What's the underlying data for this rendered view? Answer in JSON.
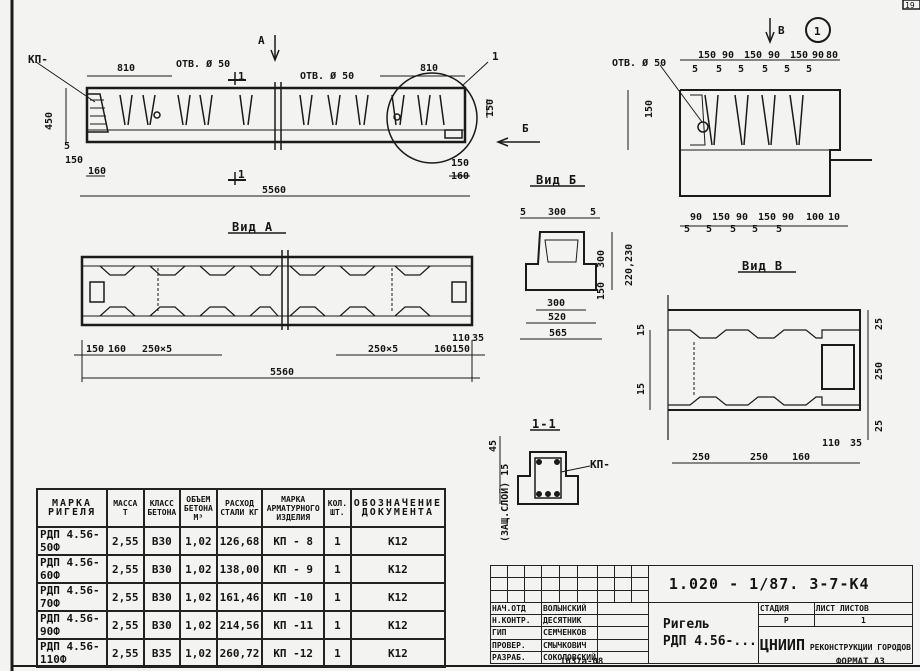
{
  "sheet_number": "19",
  "sheet_index": "1",
  "section_labels": {
    "A": "А",
    "B": "Б",
    "V": "В",
    "cut": "1"
  },
  "elev": {
    "kp": "КП-",
    "otv_left": "ОТВ. Ø 50",
    "otv_right": "ОТВ. Ø 50",
    "d810_left": "810",
    "d810_right": "810",
    "d450": "450",
    "d5": "5",
    "d150": "150",
    "d160": "160",
    "d150r": "150",
    "d150b": "150",
    "d160b": "160",
    "total": "5560",
    "callout": "1"
  },
  "vid_a": {
    "title": "Вид А",
    "d150": "150",
    "d160": "160",
    "d250x5_left": "250×5",
    "d250x5_right": "250×5",
    "d160r": "160",
    "d150r": "150",
    "d110": "110",
    "d35": "35",
    "total": "5560"
  },
  "vid_b": {
    "title": "Вид Б",
    "d5l": "5",
    "d300": "300",
    "d5r": "5",
    "d150": "150",
    "d300v": "300",
    "d220_230": "220,230",
    "d300b": "300",
    "d520": "520",
    "d565": "565"
  },
  "node": {
    "otv": "ОТВ. Ø 50",
    "d150v": "150",
    "top_dims": [
      "150",
      "90",
      "150",
      "90",
      "150",
      "90",
      "80"
    ],
    "top_sub": [
      "5",
      "5",
      "5",
      "5",
      "5",
      "5"
    ],
    "bot_dims": [
      "90",
      "150",
      "90",
      "150",
      "90",
      "100",
      "10"
    ],
    "bot_sub": [
      "5",
      "5",
      "5",
      "5",
      "5"
    ]
  },
  "vid_v": {
    "title": "Вид В",
    "d15a": "15",
    "d15b": "15",
    "d25a": "25",
    "d250": "250",
    "d25b": "25",
    "d110": "110",
    "d35": "35",
    "bottom": [
      "250",
      "250",
      "160"
    ]
  },
  "sec11": {
    "title": "1-1",
    "kp": "КП-",
    "d45": "45",
    "side": "(ЗАЩ.СЛОЙ) 15"
  },
  "spec": {
    "headers": [
      "МАРКА РИГЕЛЯ",
      "МАССА Т",
      "КЛАСС БЕТОНА",
      "ОБЪЕМ БЕТОНА М³",
      "РАСХОД СТАЛИ КГ",
      "МАРКА АРМАТУРНОГО ИЗДЕЛИЯ",
      "КОЛ. ШТ.",
      "ОБОЗНАЧЕНИЕ ДОКУМЕНТА"
    ],
    "rows": [
      [
        "РДП 4.56-50Ф",
        "2,55",
        "В30",
        "1,02",
        "126,68",
        "КП - 8",
        "1",
        "К12"
      ],
      [
        "РДП 4.56-60Ф",
        "2,55",
        "В30",
        "1,02",
        "138,00",
        "КП - 9",
        "1",
        "К12"
      ],
      [
        "РДП 4.56-70Ф",
        "2,55",
        "В30",
        "1,02",
        "161,46",
        "КП -10",
        "1",
        "К12"
      ],
      [
        "РДП 4.56-90Ф",
        "2,55",
        "В30",
        "1,02",
        "214,56",
        "КП -11",
        "1",
        "К12"
      ],
      [
        "РДП 4.56-110Ф",
        "2,55",
        "В35",
        "1,02",
        "260,72",
        "КП -12",
        "1",
        "К12"
      ]
    ]
  },
  "stamp": {
    "doc_code": "1.020 - 1/87.  3-7-К4",
    "name_line1": "Ригель",
    "name_line2": "РДП 4.56-...",
    "roles": [
      "НАЧ.ОТД",
      "Н.КОНТР.",
      "ГИП",
      "ПРОВЕР.",
      "РАЗРАБ."
    ],
    "people": [
      "ВОЛЫНСКИЙ",
      "ДЕСЯТНИК",
      "СЕМЧЕНКОВ",
      "СМЫЧКОВИЧ",
      "СОКОЛОВСКИЙ"
    ],
    "stage_hdr": "СТАДИЯ",
    "sheet_hdr": "ЛИСТ",
    "sheets_hdr": "ЛИСТОВ",
    "stage": "Р",
    "sheet": "1",
    "org_big": "ЦНИИП",
    "org_small1": "РЕКОНСТРУКЦИИ",
    "org_small2": "ГОРОДОВ"
  },
  "footer_left": "1637а-08",
  "footer_right": "ФОРМАТ А3"
}
